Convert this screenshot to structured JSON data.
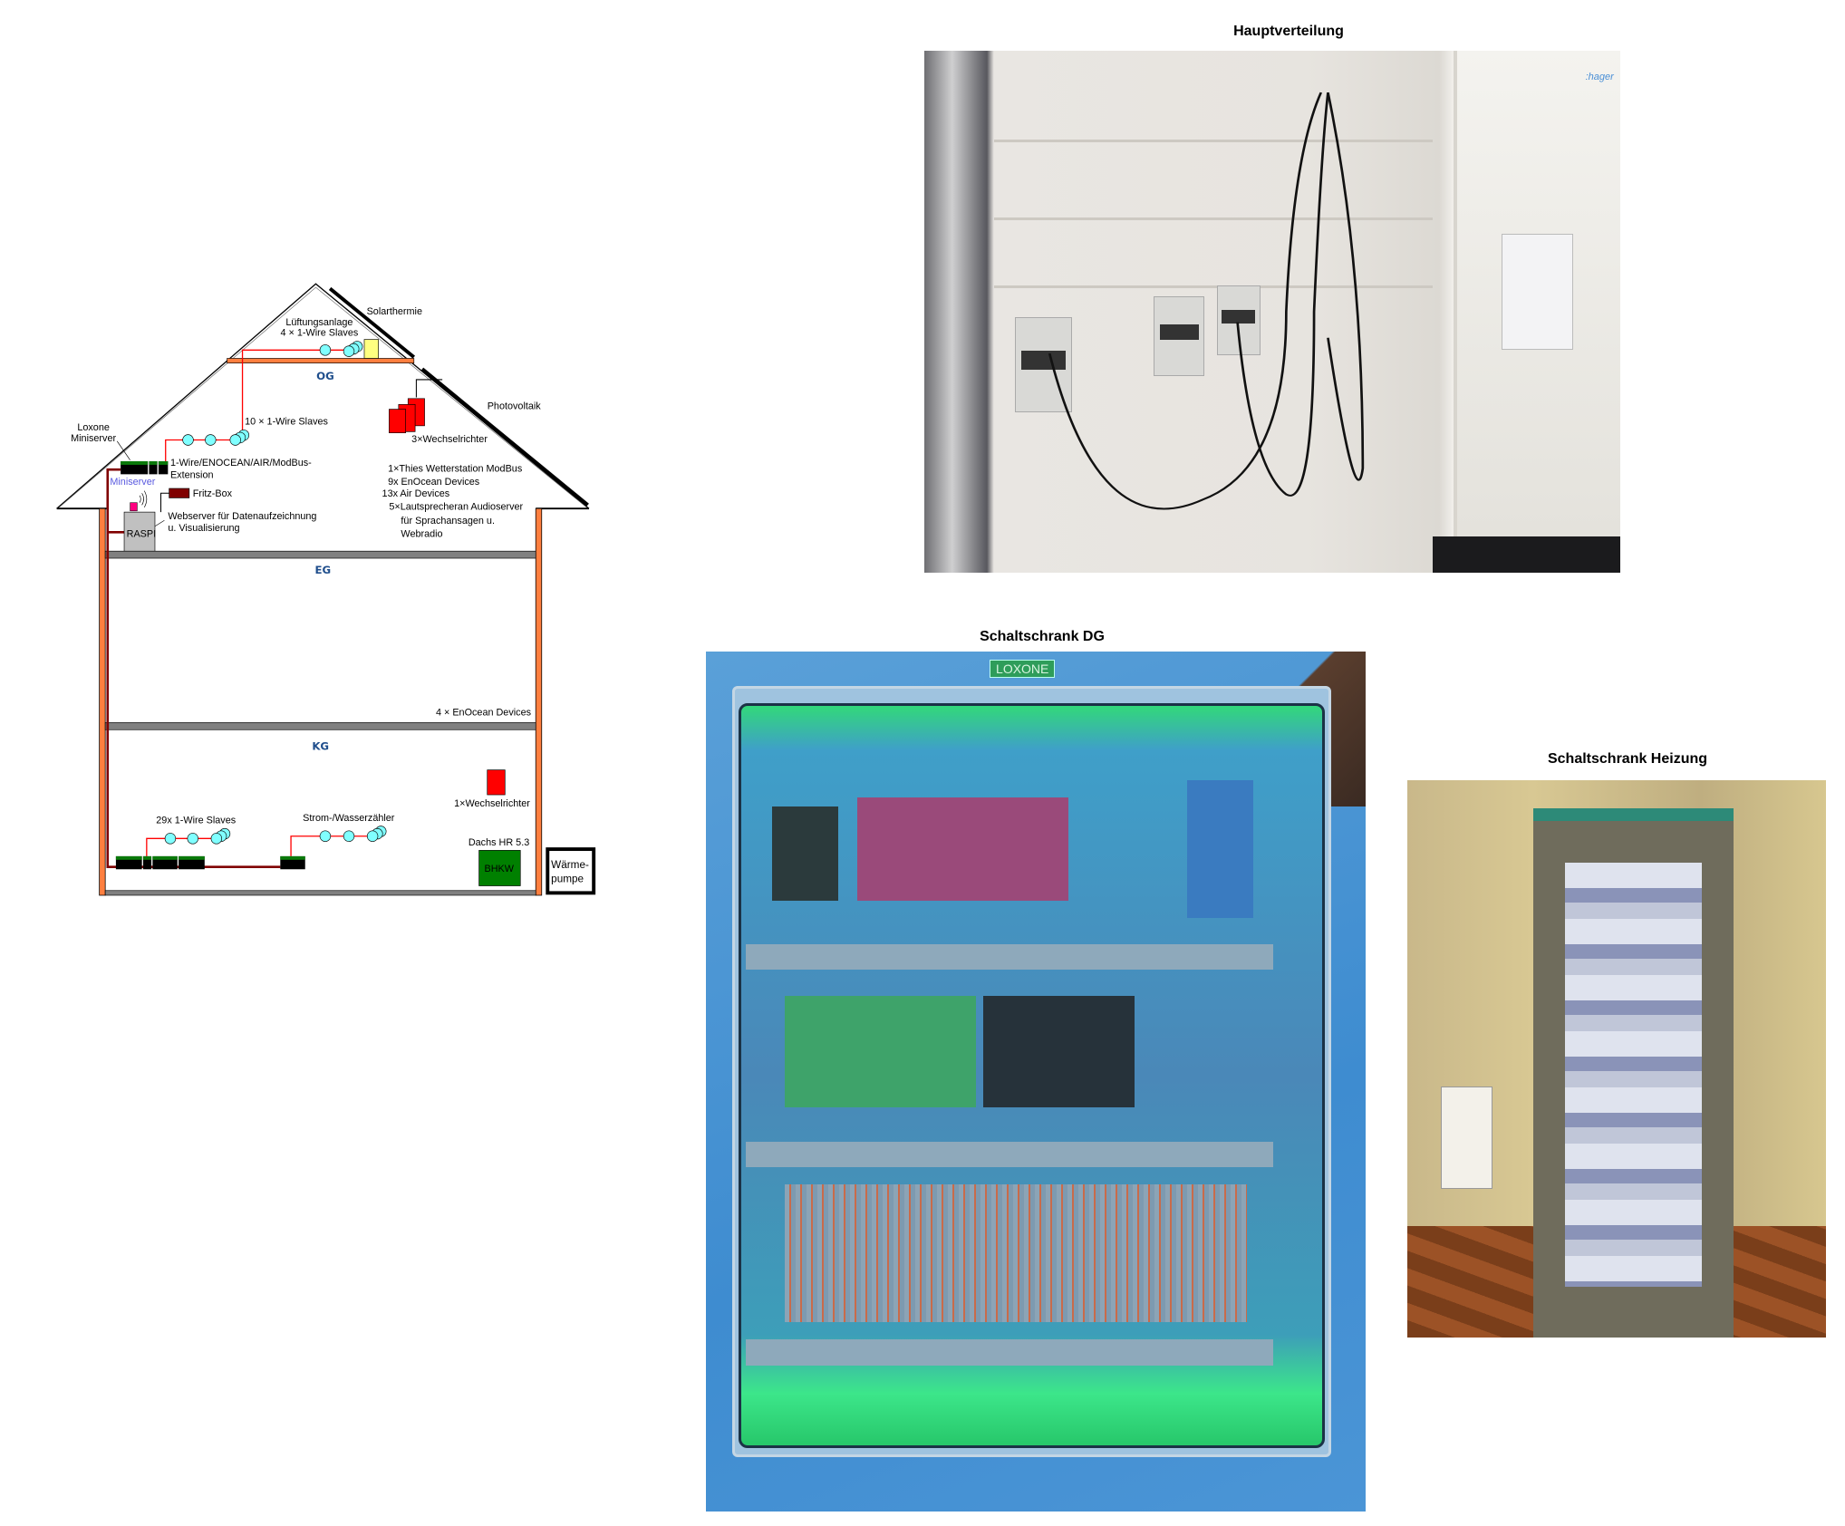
{
  "diagram": {
    "levels": {
      "og": "OG",
      "eg": "EG",
      "kg": "KG"
    },
    "roof": {
      "solarthermie": "Solarthermie",
      "lueftung_1": "Lüftungsanlage",
      "lueftung_2": "4 × 1-Wire Slaves",
      "photovoltaik": "Photovoltaik",
      "wechselrichter": "3×Wechselrichter",
      "slaves": "10 × 1-Wire Slaves",
      "loxone_1": "Loxone",
      "loxone_2": "Miniserver",
      "extension_1": "1-Wire/ENOCEAN/AIR/ModBus-",
      "extension_2": "Extension",
      "miniserver": "Miniserver",
      "fritzbox": "Fritz-Box",
      "raspi": "RASPI",
      "webserver_1": "Webserver für Datenaufzeichnung",
      "webserver_2": "u. Visualisierung",
      "devices": [
        "1×Thies Wetterstation ModBus",
        "9x EnOcean Devices",
        "13x Air Devices",
        "5×Lautsprecheran Audioserver",
        "für Sprachansagen u.",
        "Webradio"
      ]
    },
    "eg": {
      "enocean": "4 × EnOcean Devices"
    },
    "kg": {
      "wechselrichter": "1×Wechselrichter",
      "slaves": "29x 1-Wire Slaves",
      "zaehler": "Strom-/Wasserzähler",
      "dachs": "Dachs HR 5.3",
      "bhkw": "BHKW",
      "waermepumpe_1": "Wärme-",
      "waermepumpe_2": "pumpe"
    }
  },
  "photos": {
    "hauptverteilung": {
      "title": "Hauptverteilung",
      "brand": ":hager"
    },
    "schaltschrank_dg": {
      "title": "Schaltschrank DG",
      "logo": "LOXONE"
    },
    "schaltschrank_heizung": {
      "title": "Schaltschrank Heizung"
    }
  },
  "colors": {
    "wall": "#ff7f3f",
    "floor": "#808080",
    "bus": "#800000",
    "onewire": "#ff0000",
    "slave": "#80ffff",
    "level": "#1f4e8c"
  }
}
